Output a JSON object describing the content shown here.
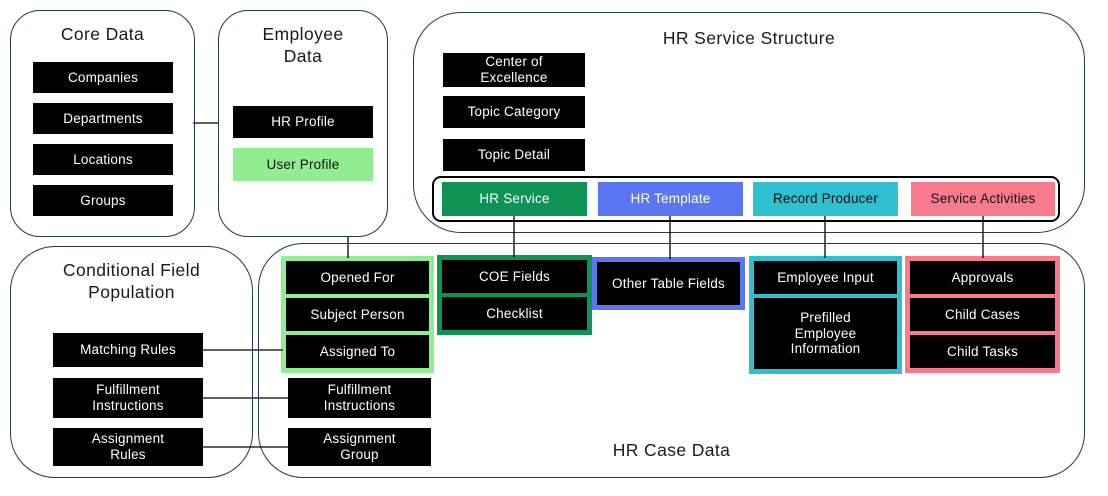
{
  "colors": {
    "container_border": "#1f3a52",
    "box_black": "#000000",
    "light_green": "#90ee90",
    "dark_green": "#0e9355",
    "blue": "#5b76f2",
    "cyan": "#2fc0cf",
    "pink": "#f87b8d"
  },
  "core_data": {
    "title": "Core Data",
    "items": [
      "Companies",
      "Departments",
      "Locations",
      "Groups"
    ]
  },
  "employee_data": {
    "title": "Employee\nData",
    "hr_profile": "HR Profile",
    "user_profile": "User Profile"
  },
  "hr_service_structure": {
    "title": "HR Service Structure",
    "levels": [
      "Center of\nExcellence",
      "Topic Category",
      "Topic Detail"
    ],
    "row": [
      "HR Service",
      "HR Template",
      "Record Producer",
      "Service Activities"
    ]
  },
  "conditional_field_population": {
    "title": "Conditional Field\nPopulation",
    "items": [
      "Matching Rules",
      "Fulfillment\nInstructions",
      "Assignment\nRules"
    ]
  },
  "hr_case_data": {
    "title": "HR Case Data",
    "case_fields": [
      "Opened For",
      "Subject Person",
      "Assigned To"
    ],
    "coe_fields": [
      "COE Fields",
      "Checklist"
    ],
    "table_fields": [
      "Other Table Fields"
    ],
    "employee_fields": [
      "Employee Input",
      "Prefilled\nEmployee\nInformation"
    ],
    "activity_fields": [
      "Approvals",
      "Child Cases",
      "Child Tasks"
    ],
    "standalone": [
      "Fulfillment\nInstructions",
      "Assignment\nGroup"
    ]
  }
}
